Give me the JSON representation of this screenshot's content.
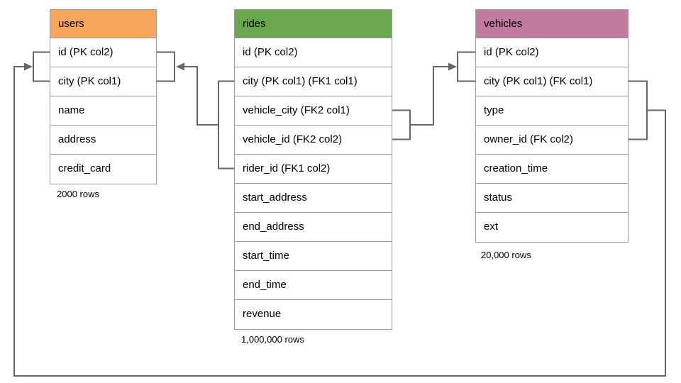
{
  "tables": {
    "users": {
      "name": "users",
      "header_color": "#f6a75c",
      "columns": [
        "id (PK col2)",
        "city (PK col1)",
        "name",
        "address",
        "credit_card"
      ],
      "row_count_label": "2000 rows"
    },
    "rides": {
      "name": "rides",
      "header_color": "#6aa84f",
      "columns": [
        "id (PK col2)",
        "city (PK col1) (FK1 col1)",
        "vehicle_city (FK2 col1)",
        "vehicle_id (FK2 col2)",
        "rider_id (FK1 col2)",
        "start_address",
        "end_address",
        "start_time",
        "end_time",
        "revenue"
      ],
      "row_count_label": "1,000,000 rows"
    },
    "vehicles": {
      "name": "vehicles",
      "header_color": "#c27ba0",
      "columns": [
        "id (PK col2)",
        "city (PK col1) (FK col1)",
        "type",
        "owner_id (FK col2)",
        "creation_time",
        "status",
        "ext"
      ],
      "row_count_label": "20,000 rows"
    }
  },
  "relationships": [
    {
      "fk": "FK1",
      "from_table": "rides",
      "from_columns": [
        "city",
        "rider_id"
      ],
      "to_table": "users",
      "to_columns": [
        "id",
        "city"
      ]
    },
    {
      "fk": "FK2",
      "from_table": "rides",
      "from_columns": [
        "vehicle_city",
        "vehicle_id"
      ],
      "to_table": "vehicles",
      "to_columns": [
        "id",
        "city"
      ]
    },
    {
      "fk": "FK",
      "from_table": "vehicles",
      "from_columns": [
        "city",
        "owner_id"
      ],
      "to_table": "users",
      "to_columns": [
        "id",
        "city"
      ]
    }
  ],
  "colors": {
    "users_header": "#f6a75c",
    "rides_header": "#6aa84f",
    "vehicles_header": "#c27ba0",
    "connector": "#666666",
    "table_border": "#9a9a9a",
    "background": "#ffffff"
  }
}
